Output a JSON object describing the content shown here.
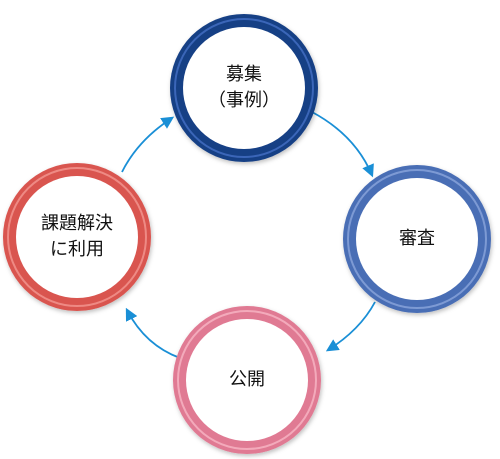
{
  "nodes": [
    {
      "id": "recruitment",
      "lines": [
        "募集",
        "（事例）"
      ],
      "ring_color": "#163f85",
      "ring_light": "#3a66b8"
    },
    {
      "id": "review",
      "lines": [
        "審査"
      ],
      "ring_color": "#4a6eb5",
      "ring_light": "#7d9ad4"
    },
    {
      "id": "publication",
      "lines": [
        "公開"
      ],
      "ring_color": "#e07a93",
      "ring_light": "#f3aabb"
    },
    {
      "id": "problem-solving",
      "lines": [
        "課題解決",
        "に利用"
      ],
      "ring_color": "#d9544f",
      "ring_light": "#ee8a84"
    }
  ],
  "arrow_color": "#1a8fd6"
}
